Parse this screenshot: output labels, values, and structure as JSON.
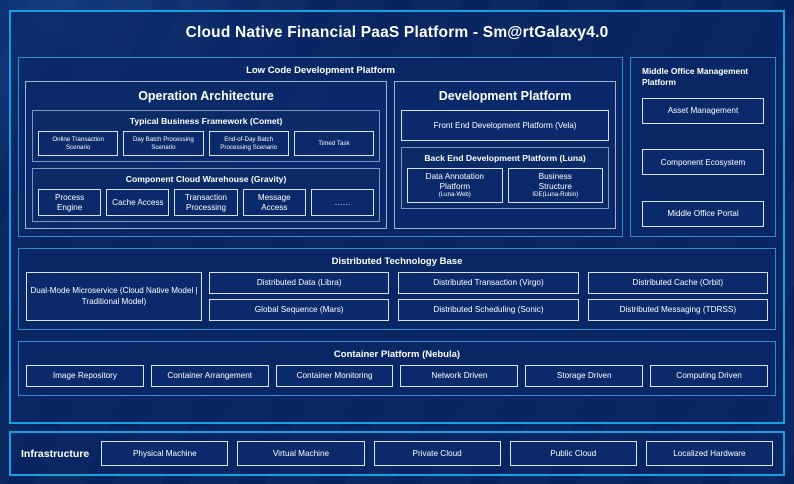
{
  "title": "Cloud Native Financial PaaS Platform - Sm@rtGalaxy4.0",
  "low_code": {
    "header": "Low Code Development Platform",
    "operation": {
      "title": "Operation Architecture",
      "groups": [
        {
          "title": "Typical Business Framework (Comet)",
          "items": [
            "Online Transaction Scenario",
            "Day Batch Processing Scenario",
            "End-of-Day Batch Processing Scenario",
            "Timed Task"
          ]
        },
        {
          "title": "Component Cloud Warehouse (Gravity)",
          "items": [
            "Process Engine",
            "Cache Access",
            "Transaction Processing",
            "Message Access",
            "……"
          ]
        }
      ]
    },
    "development": {
      "title": "Development Platform",
      "front_end": "Front End Development Platform (Vela)",
      "back_end": {
        "title": "Back End Development Platform (Luna)",
        "items": [
          {
            "line1": "Data Annotation",
            "line2": "Platform",
            "line3": "(Luna-Web)"
          },
          {
            "line1": "Business",
            "line2": "Structure",
            "line3": "IDE(Luna-Robin)"
          }
        ]
      }
    }
  },
  "middle_office": {
    "title": "Middle Office Management Platform",
    "items": [
      "Asset Management",
      "Component Ecosystem",
      "Middle Office Portal"
    ]
  },
  "distributed_base": {
    "title": "Distributed Technology Base",
    "dual_mode": "Dual-Mode Microservice (Cloud Native Model | Traditional Model)",
    "items": [
      "Distributed Data (Libra)",
      "Distributed Transaction (Virgo)",
      "Distributed Cache (Orbit)",
      "Global Sequence (Mars)",
      "Distributed Scheduling (Sonic)",
      "Distributed Messaging (TDRSS)"
    ]
  },
  "container_platform": {
    "title": "Container Platform (Nebula)",
    "items": [
      "Image Repository",
      "Container Arrangement",
      "Container Monitoring",
      "Network Driven",
      "Storage Driven",
      "Computing Driven"
    ]
  },
  "infrastructure": {
    "label": "Infrastructure",
    "items": [
      "Physical Machine",
      "Virtual Machine",
      "Private Cloud",
      "Public Cloud",
      "Localized Hardware"
    ]
  },
  "colors": {
    "background": "#07245e",
    "frame_border": "#189fe0",
    "panel_border": "#8fa8cf",
    "box_fill": "#0a2a6b",
    "text": "#ffffff"
  }
}
